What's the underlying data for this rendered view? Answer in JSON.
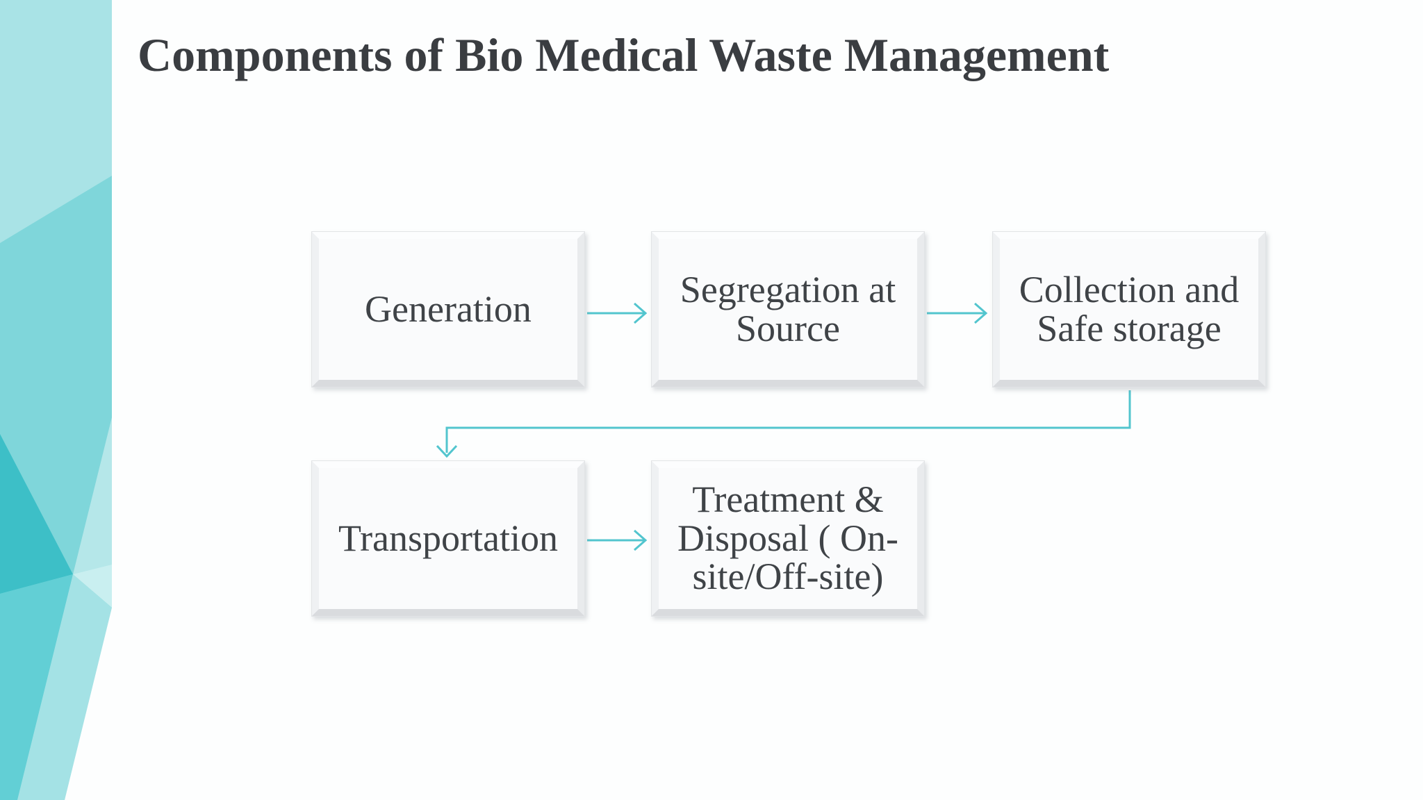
{
  "palette": {
    "slide-bg": "#fdfefe",
    "title-color": "#3a3d41",
    "node-text": "#3f4347",
    "node-bg": "#fafbfc",
    "node-border": "#e2e4e6",
    "bevel-top": "#fcfdfe",
    "bevel-left": "#eff1f3",
    "bevel-right": "#e9ebed",
    "bevel-bottom": "#d9dbde",
    "arrow": "#52c5ce",
    "sidebar-base": "#7fd6da",
    "sidebar-top-light": "#a9e3e6",
    "sidebar-dark": "#3dbfc7",
    "sidebar-bottom-dark": "#62cfd5",
    "sidebar-strip-light": "#b5e7e9",
    "sidebar-lighter": "#c9eff0",
    "sidebar-mid-light": "#a4e2e5"
  },
  "slide": {
    "title": "Components of Bio Medical Waste Management"
  },
  "flowchart": {
    "nodes": [
      {
        "id": "generation",
        "label": "Generation",
        "lines": [
          "Generation"
        ]
      },
      {
        "id": "segregation",
        "label": "Segregation at Source",
        "lines": [
          "Segregation at",
          "Source"
        ]
      },
      {
        "id": "collection",
        "label": "Collection and Safe storage",
        "lines": [
          "Collection and",
          "Safe storage"
        ]
      },
      {
        "id": "transportation",
        "label": "Transportation",
        "lines": [
          "Transportation"
        ]
      },
      {
        "id": "treatment",
        "label": "Treatment & Disposal ( On-site/Off-site)",
        "lines": [
          "Treatment &",
          "Disposal ( On-",
          "site/Off-site)"
        ]
      }
    ],
    "connectors": [
      {
        "from": "generation",
        "to": "segregation",
        "style": "straight-open-arrow"
      },
      {
        "from": "segregation",
        "to": "collection",
        "style": "straight-open-arrow"
      },
      {
        "from": "collection",
        "to": "transportation",
        "style": "elbow-open-arrow"
      },
      {
        "from": "transportation",
        "to": "treatment",
        "style": "straight-open-arrow"
      }
    ]
  }
}
